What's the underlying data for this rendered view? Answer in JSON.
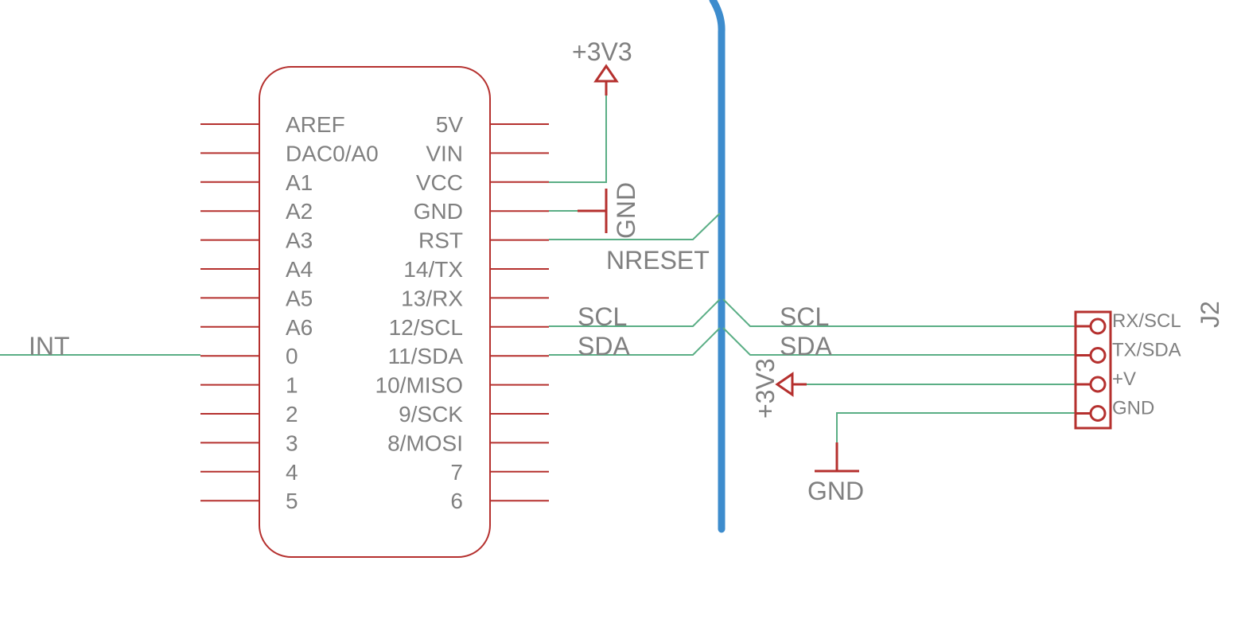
{
  "colors": {
    "part": "#b5302e",
    "wire": "#5aae85",
    "bus": "#3d8ccd",
    "text": "#808080"
  },
  "microcontroller": {
    "left_pins": [
      "AREF",
      "DAC0/A0",
      "A1",
      "A2",
      "A3",
      "A4",
      "A5",
      "A6",
      "0",
      "1",
      "2",
      "3",
      "4",
      "5"
    ],
    "right_pins": [
      "5V",
      "VIN",
      "VCC",
      "GND",
      "RST",
      "14/TX",
      "13/RX",
      "12/SCL",
      "11/SDA",
      "10/MISO",
      "9/SCK",
      "8/MOSI",
      "7",
      "6"
    ]
  },
  "nets": {
    "int": "INT",
    "nreset": "NRESET",
    "scl_left": "SCL",
    "sda_left": "SDA",
    "scl_right": "SCL",
    "sda_right": "SDA"
  },
  "power": {
    "top_supply": "+3V3",
    "gnd_rotated": "GND",
    "right_supply": "+3V3",
    "bottom_gnd": "GND"
  },
  "connector": {
    "designator": "J2",
    "pins": [
      "RX/SCL",
      "TX/SDA",
      "+V",
      "GND"
    ]
  }
}
